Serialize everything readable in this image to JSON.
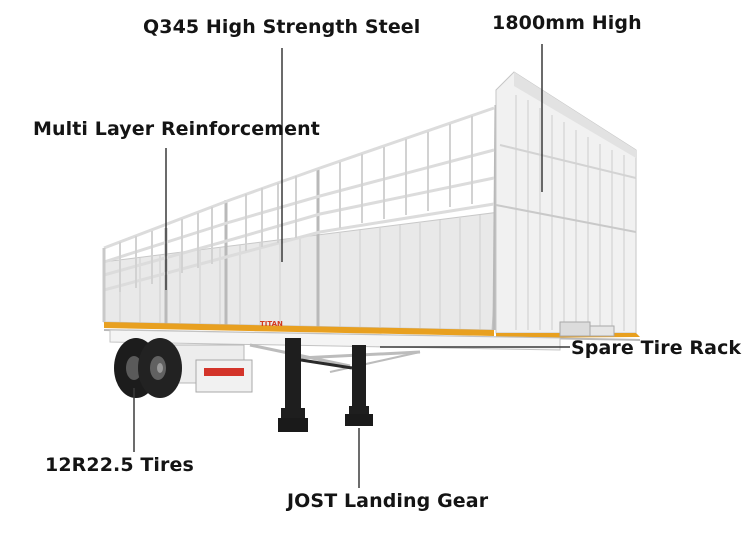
{
  "callouts": {
    "steel": "Q345 High Strength Steel",
    "height": "1800mm High",
    "reinforcement": "Multi Layer Reinforcement",
    "spare_tire": "Spare Tire Rack",
    "tires": "12R22.5 Tires",
    "landing_gear": "JOST Landing Gear"
  },
  "trailer": {
    "logo_text": "TITAN",
    "colors": {
      "body": "#ededed",
      "frame": "#f6f6f6",
      "stripe": "#e8a020",
      "tire": "#1c1c1c",
      "leader": "#3a3a3a"
    }
  }
}
